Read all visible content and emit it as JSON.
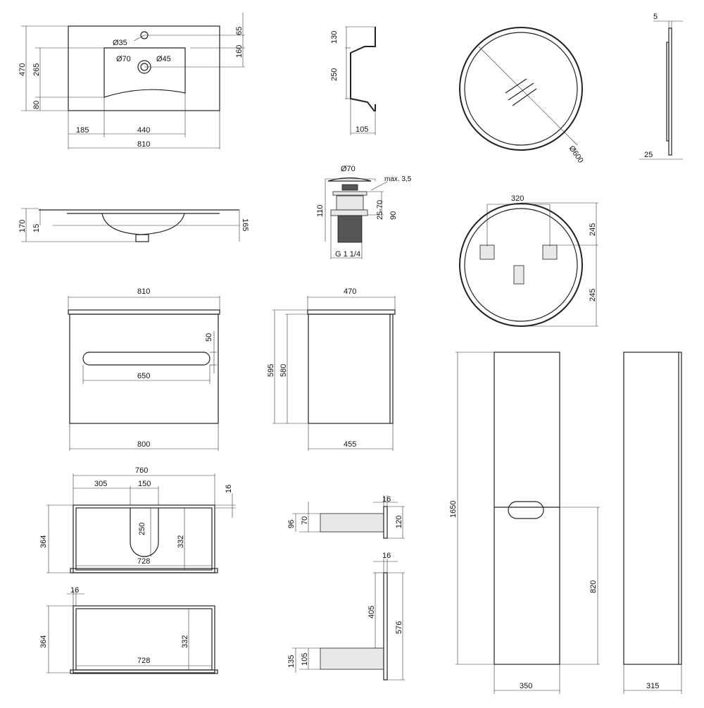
{
  "basin_top": {
    "hole_dia": "Ø35",
    "drain_dia": "Ø70",
    "drain_inner_dia": "Ø45",
    "hole_offset": "65",
    "bowl_top": "160",
    "height": "470",
    "bowl_depth": "265",
    "front": "80",
    "left": "185",
    "bowl_width": "440",
    "width": "810"
  },
  "basin_section": {
    "top": "130",
    "depth": "250",
    "base": "105"
  },
  "mirror_front": {
    "diameter": "Ø600"
  },
  "mirror_side": {
    "frame": "5",
    "depth": "25"
  },
  "basin_side": {
    "height": "170",
    "rim": "15",
    "side": "165"
  },
  "drain_valve": {
    "dia": "Ø70",
    "max": "max. 3,5",
    "height": "110",
    "range": "25-70",
    "body": "90",
    "thread": "G 1 1/4"
  },
  "mirror_back": {
    "spacing": "320",
    "upper": "245",
    "lower": "245"
  },
  "cabinet_front": {
    "top_width": "810",
    "handle_height": "50",
    "handle_width": "650",
    "width": "800"
  },
  "cabinet_side": {
    "top_depth": "470",
    "height": "595",
    "body_height": "580",
    "depth": "455"
  },
  "drawer_top": {
    "width": "760",
    "left": "305",
    "cutout": "150",
    "thickness": "16",
    "depth": "364",
    "cutout_depth": "250",
    "inner_depth": "332",
    "inner_width": "728"
  },
  "drawer_bottom": {
    "thickness": "16",
    "depth": "364",
    "inner_depth": "332",
    "inner_width": "728"
  },
  "shelf_small": {
    "thickness": "16",
    "height_outer": "96",
    "height_inner": "70",
    "height": "120"
  },
  "shelf_tall": {
    "thickness": "16",
    "upper": "405",
    "height": "576",
    "lower_outer": "135",
    "lower_inner": "105"
  },
  "column_front": {
    "height": "1650",
    "handle_pos": "820",
    "width": "350"
  },
  "column_side": {
    "depth": "315"
  }
}
